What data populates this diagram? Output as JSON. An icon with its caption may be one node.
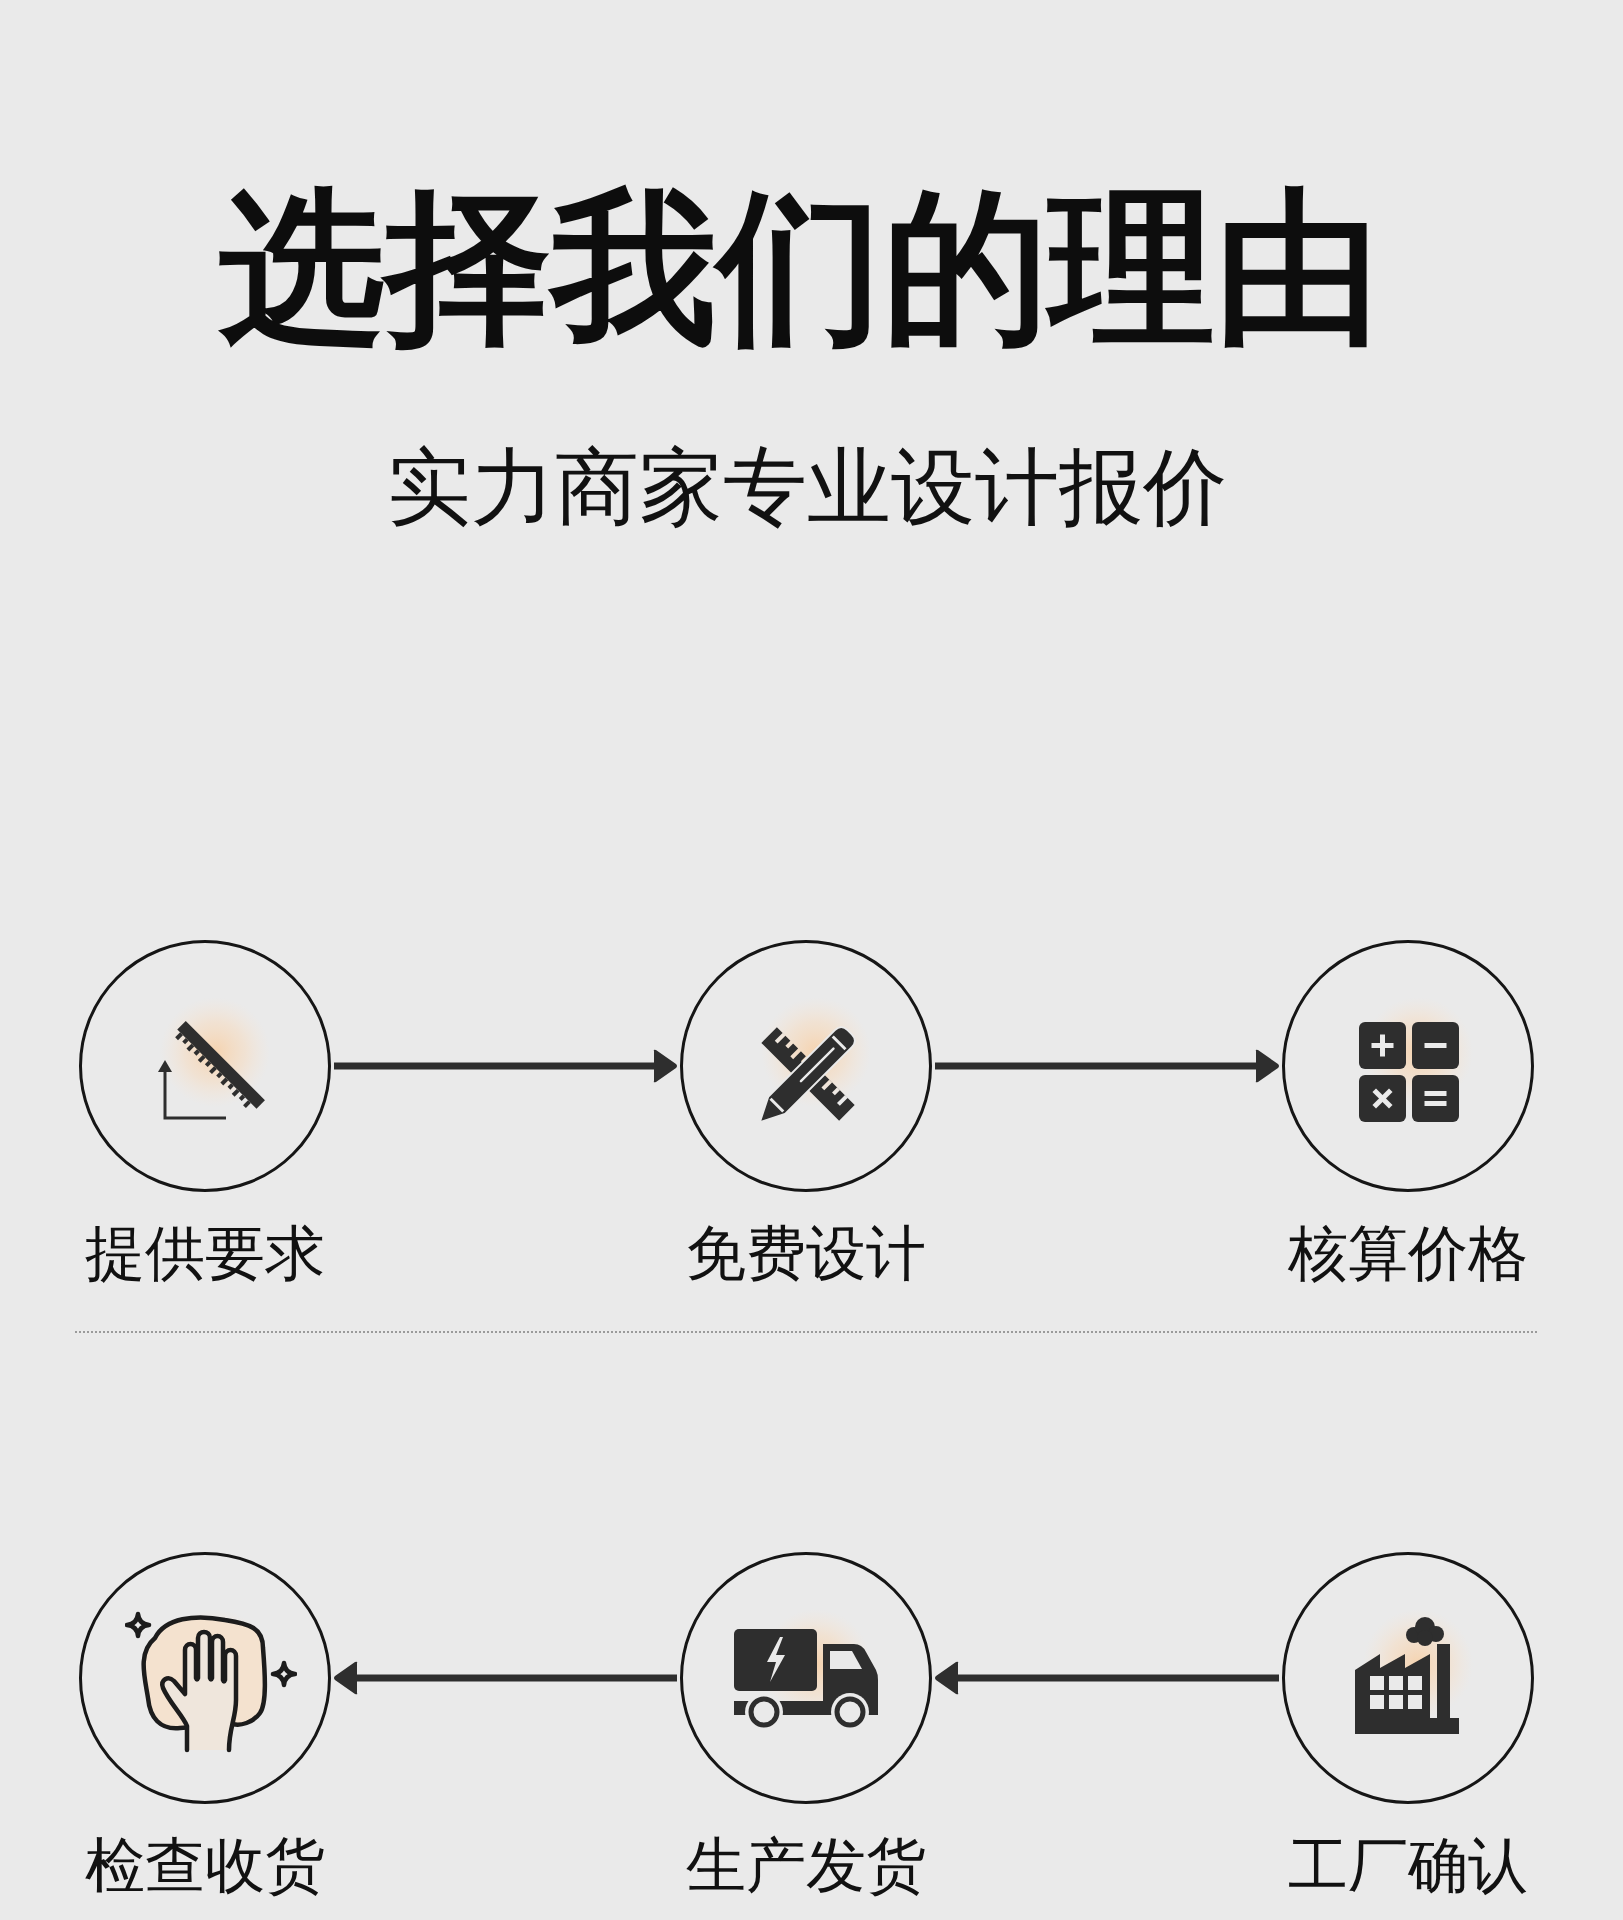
{
  "diagram": {
    "title": "选择我们的理由",
    "nodes": [
      {
        "text": [
          "提供要求"
        ]
      },
      {
        "text": [
          "免费设计"
        ]
      },
      {
        "text": [
          "核算价格"
        ]
      },
      {
        "text": [
          "检查收货"
        ]
      },
      {
        "text": [
          "生产发货"
        ]
      },
      {
        "text": [
          "工厂确认"
        ]
      }
    ],
    "edges": [
      {
        "from": 0,
        "to": 1,
        "arrow": "to"
      },
      {
        "from": 1,
        "to": 2,
        "arrow": "to"
      },
      {
        "from": 5,
        "to": 4,
        "arrow": "to"
      },
      {
        "from": 4,
        "to": 3,
        "arrow": "to"
      }
    ],
    "labels": [
      "实力商家专业设计报价"
    ]
  }
}
